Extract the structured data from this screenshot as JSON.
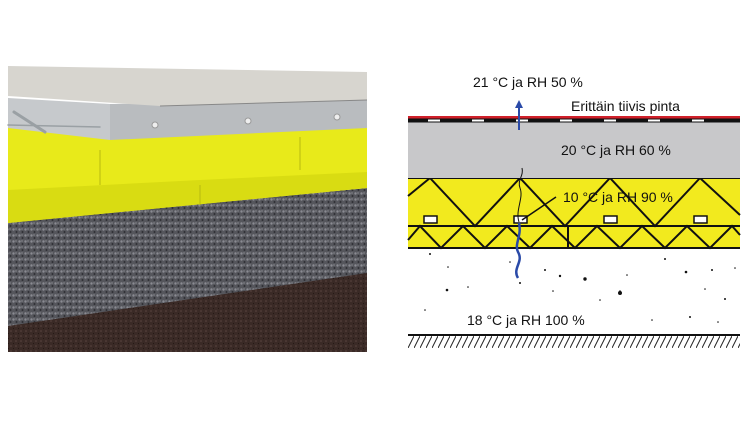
{
  "left_illustration": {
    "layers": [
      "concrete-slab",
      "insulation",
      "gravel",
      "soil"
    ]
  },
  "diagram": {
    "labels": {
      "indoor": "21 °C ja RH 50 %",
      "surface": "Erittäin tiivis pinta",
      "slab": "20 °C ja RH 60 %",
      "insulation": "10 °C ja RH 90 %",
      "ground": "18 °C ja RH 100 %"
    },
    "colors": {
      "surface_red": "#d0202a",
      "slab_gray": "#c8c8ca",
      "insulation_yellow": "#f2ea1e",
      "moisture_blue": "#2a4aa8"
    }
  }
}
